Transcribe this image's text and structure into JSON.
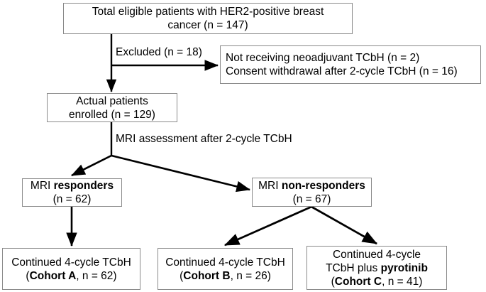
{
  "diagram": {
    "title": "CONSORT-style patient flow diagram",
    "accent_color": "#000000",
    "box_border_color": "#8a8a8a",
    "background": "#ffffff",
    "nodes": {
      "total_eligible": {
        "line1": "Total eligible patients with HER2-positive breast",
        "line2": "cancer (n = 147)"
      },
      "excluded_reasons": {
        "line1": "Not receiving neoadjuvant TCbH (n = 2)",
        "line2": "Consent withdrawal after 2-cycle TCbH (n = 16)"
      },
      "actual_enrolled": {
        "line1": "Actual patients",
        "line2": "enrolled (n = 129)"
      },
      "mri_responders": {
        "line1_prefix": "MRI ",
        "line1_bold": "responders",
        "line2": "(n = 62)"
      },
      "mri_non_responders": {
        "line1_prefix": "MRI ",
        "line1_bold": "non-responders",
        "line2": "(n = 67)"
      },
      "cohort_a": {
        "line1": "Continued 4-cycle TCbH",
        "line2_open": "(",
        "line2_bold": "Cohort A",
        "line2_rest": ", n = 62)"
      },
      "cohort_b": {
        "line1": "Continued 4-cycle TCbH",
        "line2_open": "(",
        "line2_bold": "Cohort B",
        "line2_rest": ", n = 26)"
      },
      "cohort_c": {
        "line1": "Continued 4-cycle",
        "line2_prefix": "TCbH plus ",
        "line2_bold": "pyrotinib",
        "line3_open": "(",
        "line3_bold": "Cohort C",
        "line3_rest": ", n = 41)"
      }
    },
    "edge_labels": {
      "excluded": "Excluded (n = 18)",
      "mri_assessment": "MRI assessment after 2-cycle TCbH"
    }
  }
}
